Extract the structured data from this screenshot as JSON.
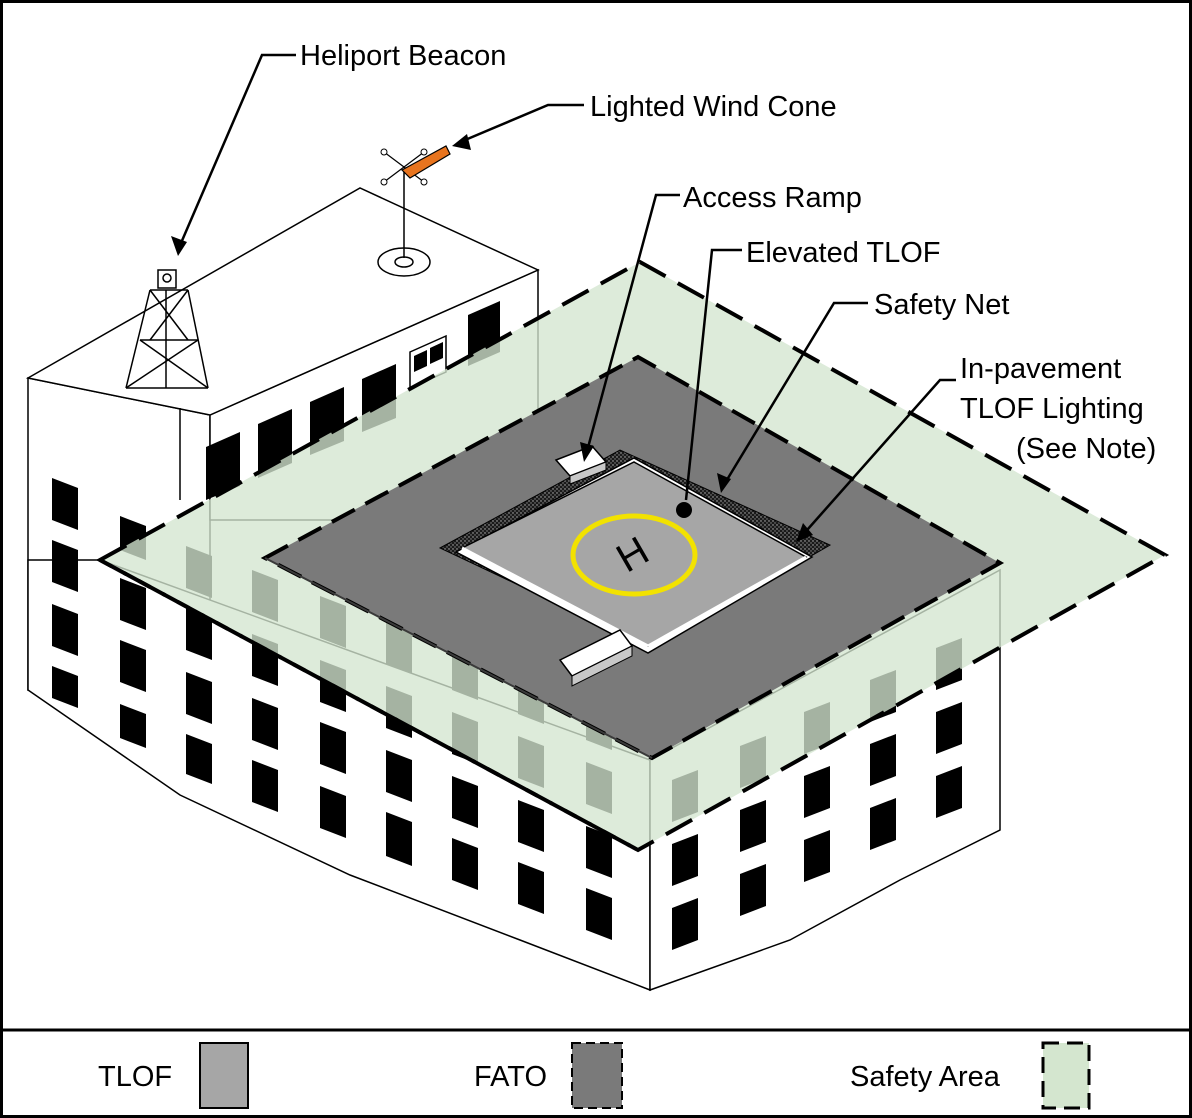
{
  "callouts": {
    "heliport_beacon": "Heliport Beacon",
    "lighted_wind_cone": "Lighted Wind Cone",
    "access_ramp": "Access Ramp",
    "elevated_tlof": "Elevated TLOF",
    "safety_net": "Safety Net",
    "in_pavement_line1": "In-pavement",
    "in_pavement_line2": "TLOF Lighting",
    "in_pavement_line3": "(See Note)"
  },
  "pad_marking": "H",
  "legend": {
    "tlof": "TLOF",
    "fato": "FATO",
    "safety_area": "Safety Area"
  },
  "colors": {
    "tlof": "#a6a6a6",
    "fato": "#7a7a7a",
    "safety_area": "#d4e6cf",
    "touchdown_circle": "#f2e200",
    "wind_cone": "#e8741e",
    "line": "#000000"
  }
}
